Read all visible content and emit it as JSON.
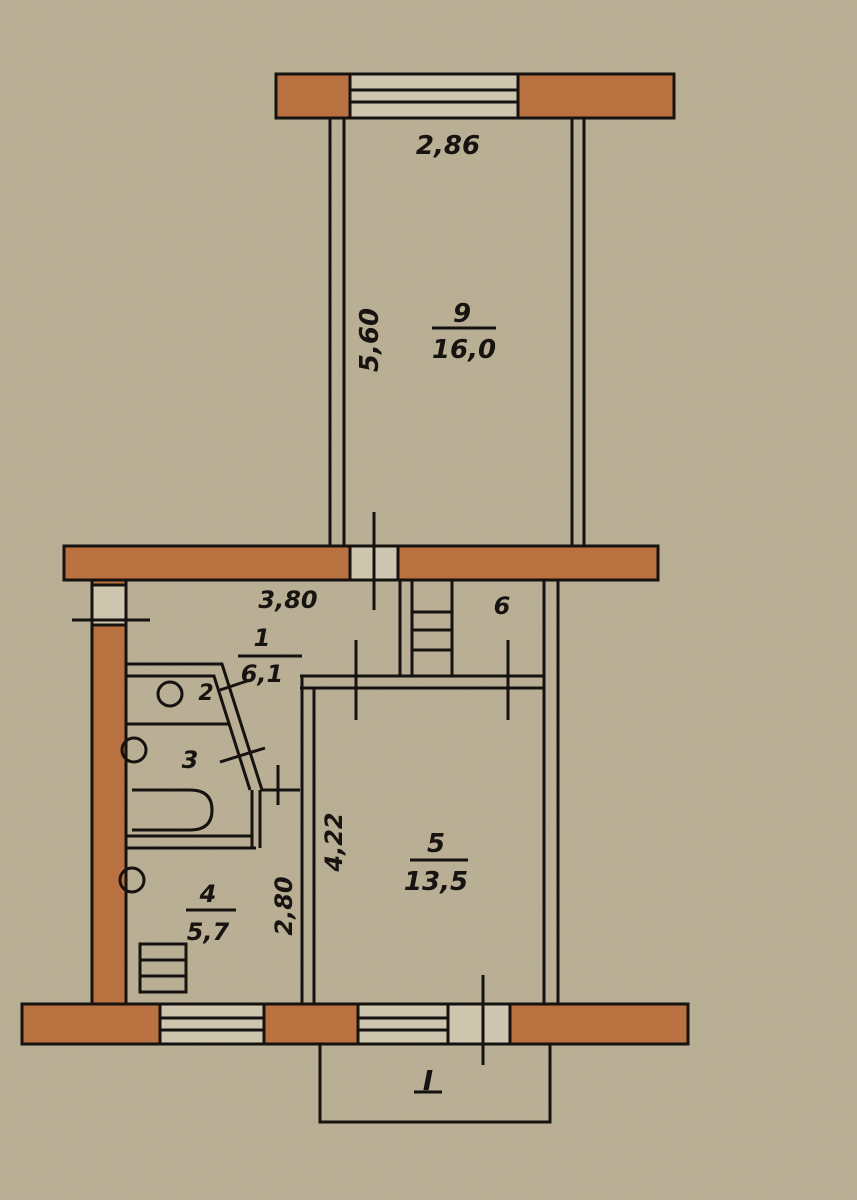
{
  "plan": {
    "colors": {
      "paper": "#b9ae92",
      "brick": "#b9713f",
      "line": "#151210",
      "window": "#cfc6b0"
    },
    "rooms": [
      {
        "id": "room-9",
        "number": "9",
        "area": "16,0"
      },
      {
        "id": "room-1",
        "number": "1",
        "area": "6,1"
      },
      {
        "id": "room-2",
        "number": "2"
      },
      {
        "id": "room-3",
        "number": "3"
      },
      {
        "id": "room-4",
        "number": "4",
        "area": "5,7"
      },
      {
        "id": "room-5",
        "number": "5",
        "area": "13,5"
      },
      {
        "id": "room-6",
        "number": "6"
      },
      {
        "id": "balcony",
        "number": "I"
      }
    ],
    "dimensions": {
      "room9_width": "2,86",
      "room9_length": "5,60",
      "hall_width": "3,80",
      "room4_length": "2,80",
      "room5_length": "4,22"
    }
  }
}
